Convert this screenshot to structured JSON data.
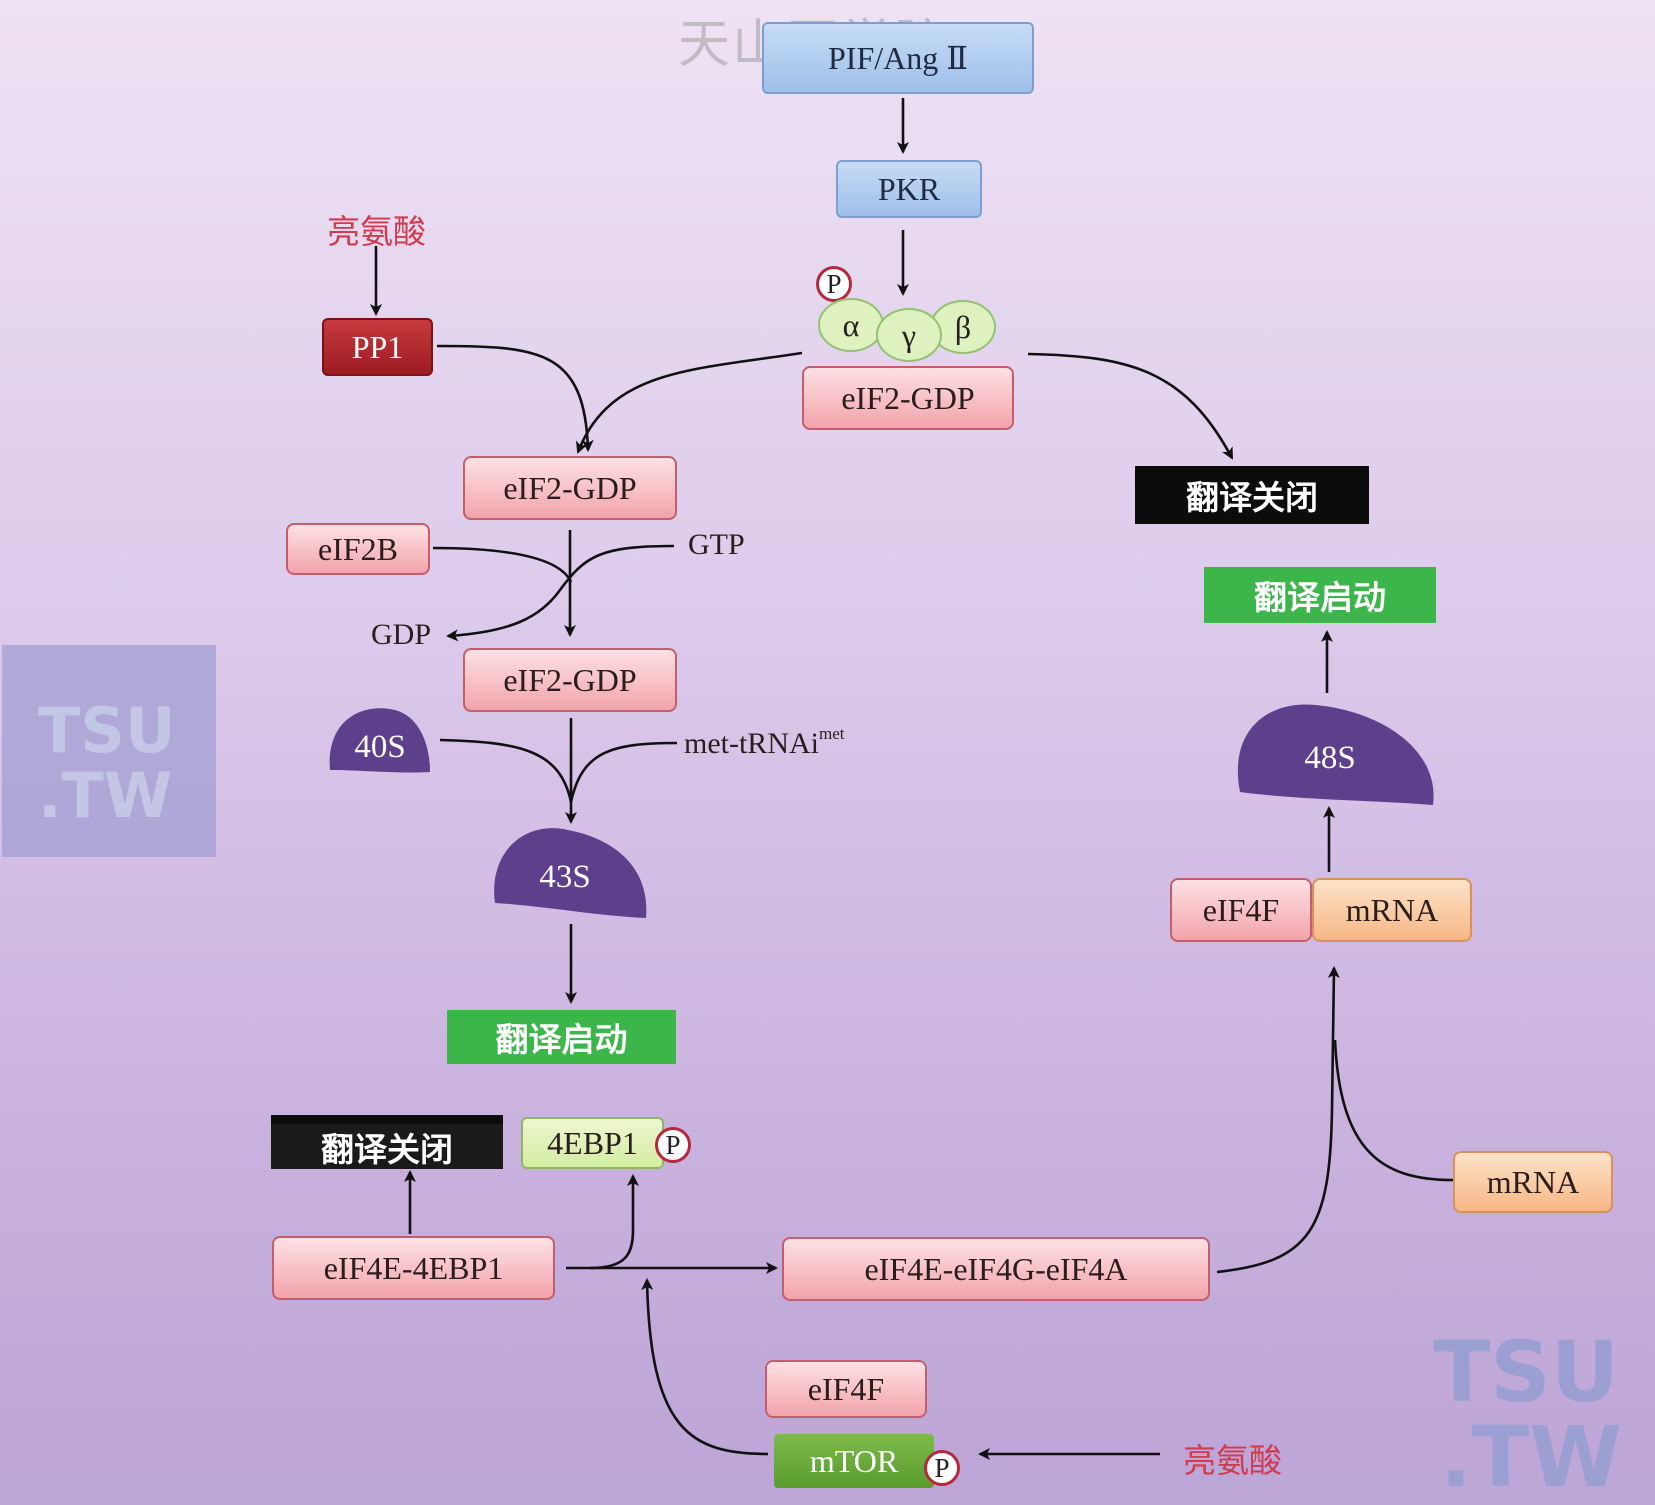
{
  "watermark": {
    "top": "天山医学院",
    "left_line1": "TSU",
    "left_line2": ".TW",
    "right_line1": "TSU",
    "right_line2": ".TW"
  },
  "nodes": {
    "pif_ang": "PIF/Ang Ⅱ",
    "pkr": "PKR",
    "leucine_top": "亮氨酸",
    "pp1": "PP1",
    "phospho_p": "P",
    "alpha": "α",
    "gamma": "γ",
    "beta": "β",
    "eif2_gdp_top": "eIF2-GDP",
    "eif2_gdp_mid": "eIF2-GDP",
    "eif2b": "eIF2B",
    "gtp": "GTP",
    "gdp": "GDP",
    "eif2_gdp_low": "eIF2-GDP",
    "ribosome_40s": "40S",
    "met_trna": "met-tRNAi",
    "met_trna_sup": "met",
    "ribosome_43s": "43S",
    "translation_start_left": "翻译启动",
    "translation_off_right": "翻译关闭",
    "translation_start_right": "翻译启动",
    "ribosome_48s": "48S",
    "eif4f_right": "eIF4F",
    "mrna_right": "mRNA",
    "translation_off_left": "翻译关闭",
    "ebp1": "4EBP1",
    "eif4e_4ebp1": "eIF4E-4EBP1",
    "eif4e_complex": "eIF4E-eIF4G-eIF4A",
    "mrna_lower": "mRNA",
    "eif4f_bottom": "eIF4F",
    "mtor": "mTOR",
    "leucine_bottom": "亮氨酸"
  }
}
